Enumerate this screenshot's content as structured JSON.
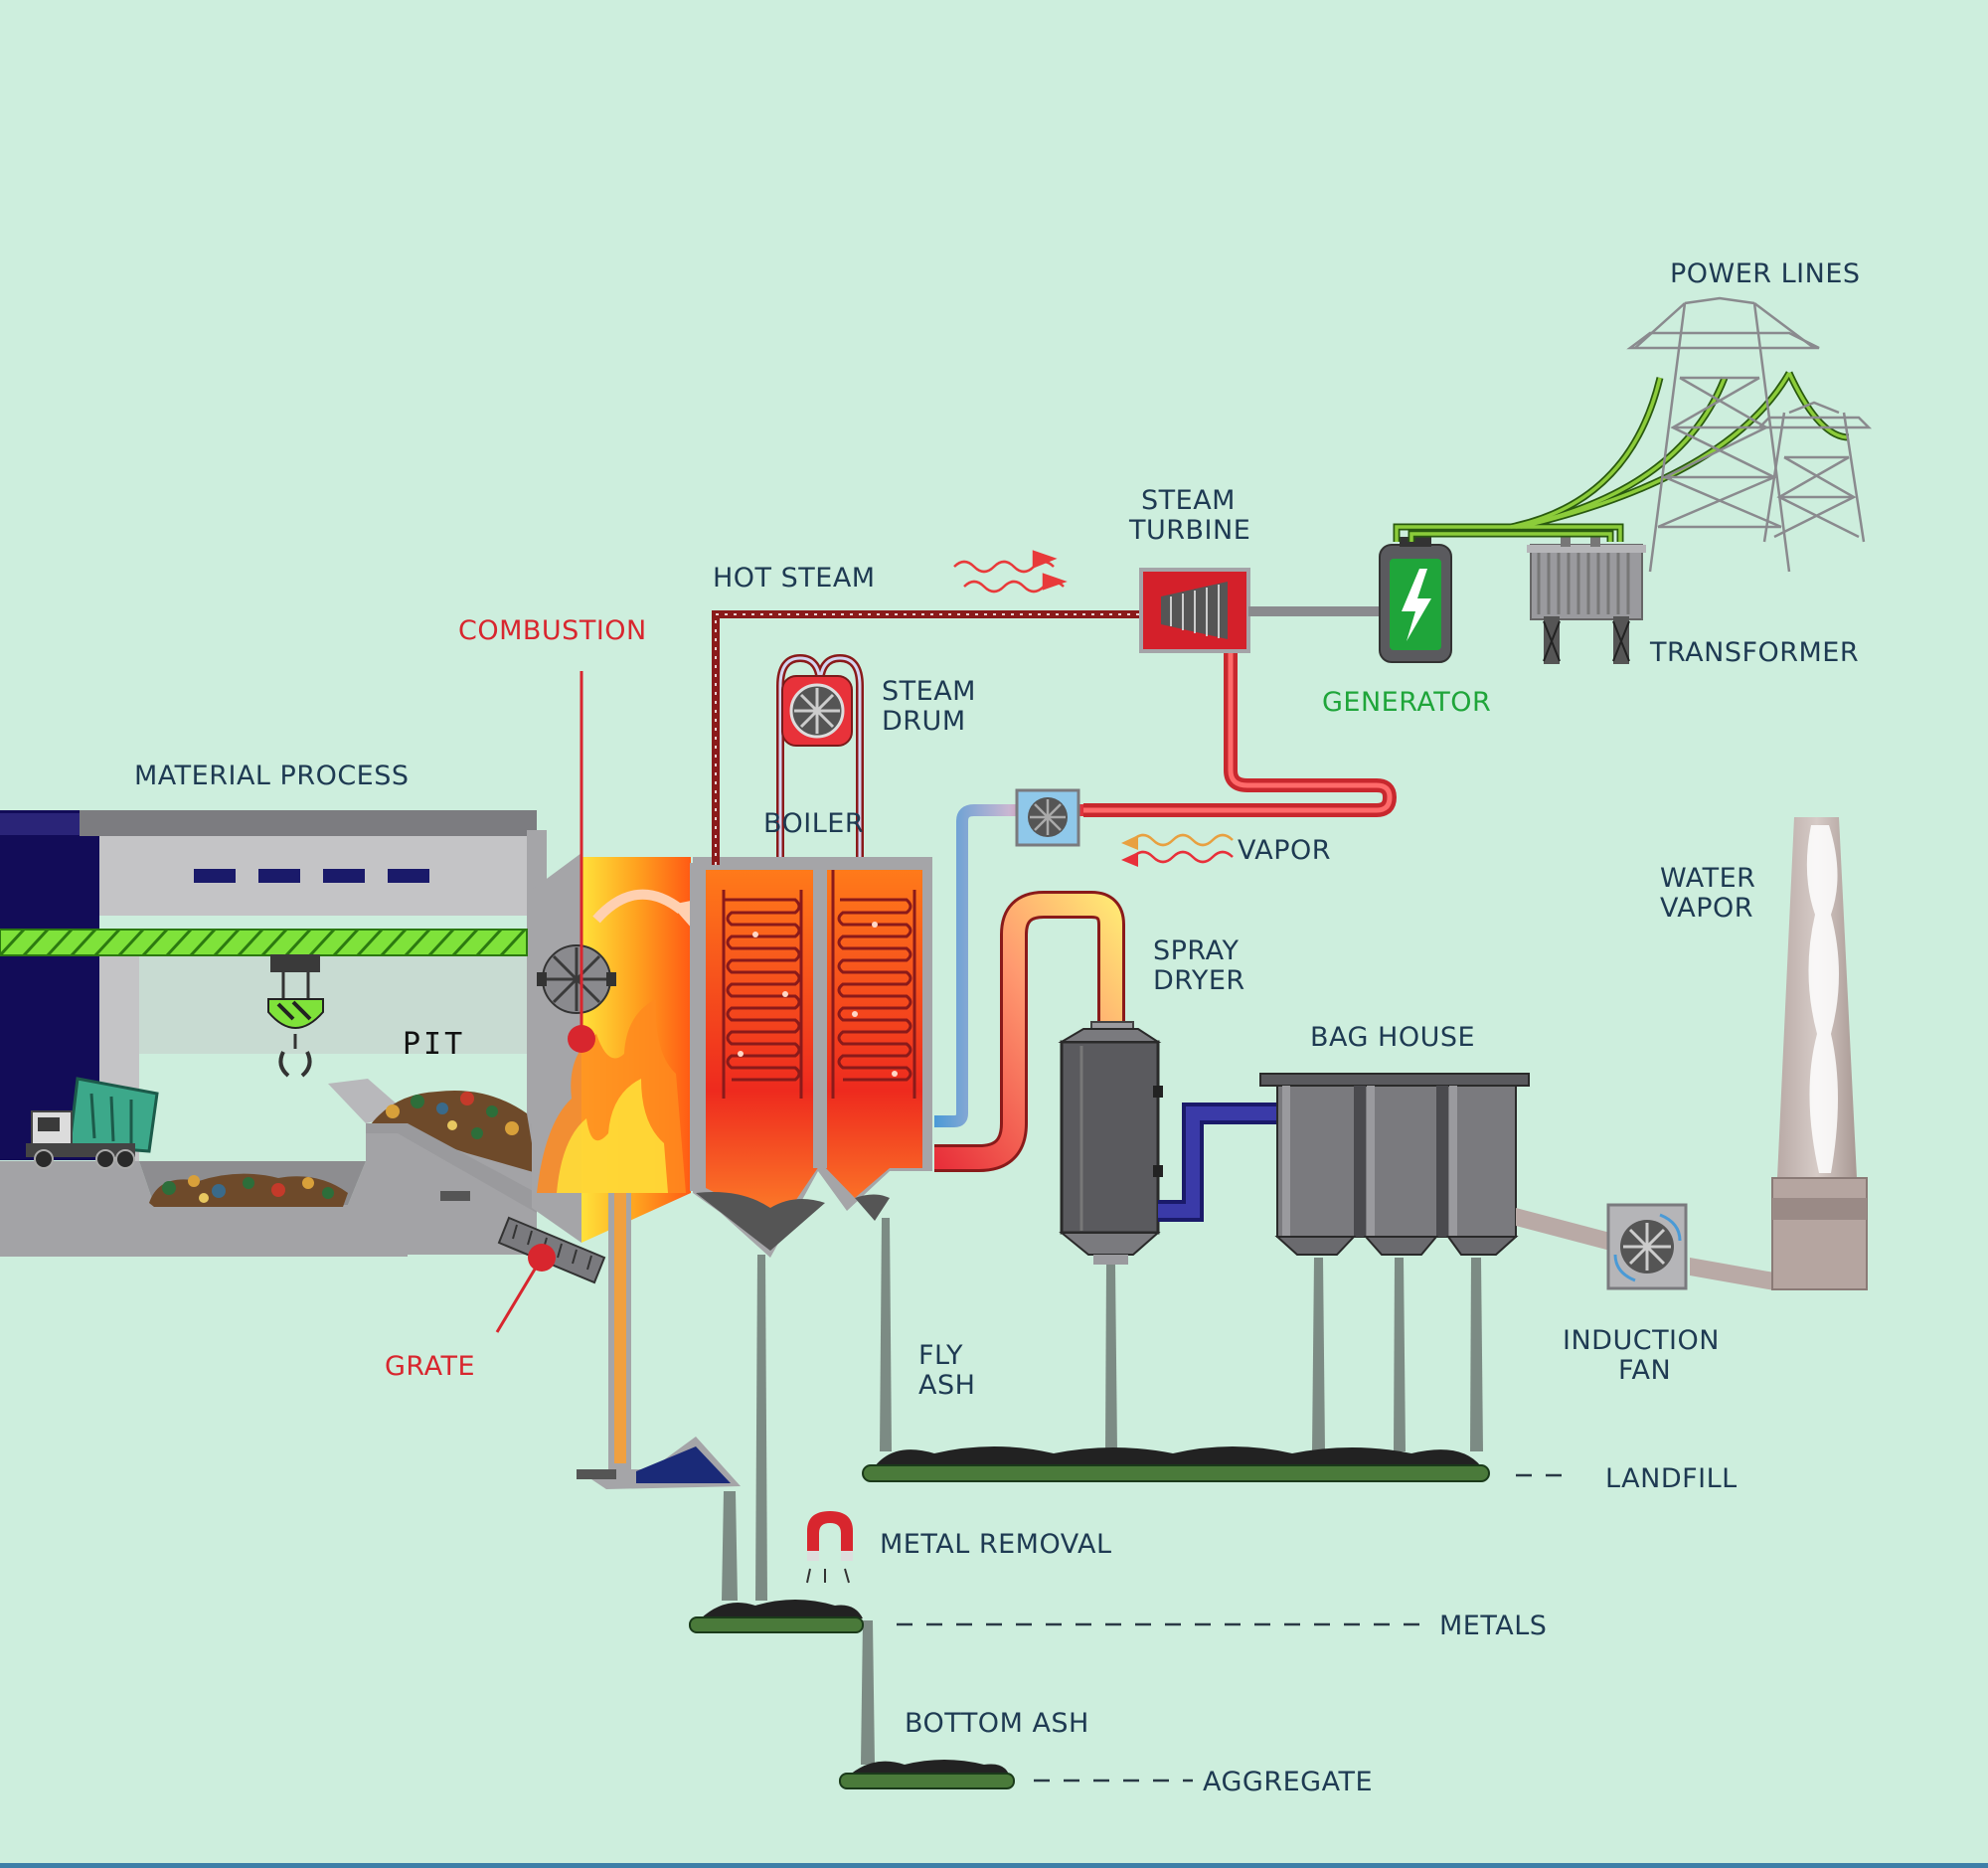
{
  "labels": {
    "power_lines": "POWER LINES",
    "steam_turbine_1": "STEAM",
    "steam_turbine_2": "TURBINE",
    "hot_steam": "HOT STEAM",
    "transformer": "TRANSFORMER",
    "generator": "GENERATOR",
    "combustion": "COMBUSTION",
    "steam_drum_1": "STEAM",
    "steam_drum_2": "DRUM",
    "material_process": "MATERIAL PROCESS",
    "boiler": "BOILER",
    "vapor": "VAPOR",
    "water_vapor_1": "WATER",
    "water_vapor_2": "VAPOR",
    "spray_dryer_1": "SPRAY",
    "spray_dryer_2": "DRYER",
    "pit": "PIT",
    "bag_house": "BAG HOUSE",
    "induction_fan_1": "INDUCTION",
    "induction_fan_2": "FAN",
    "fly_ash_1": "FLY",
    "fly_ash_2": "ASH",
    "grate": "GRATE",
    "landfill": "LANDFILL",
    "metal_removal": "METAL REMOVAL",
    "metals": "METALS",
    "bottom_ash": "BOTTOM ASH",
    "aggregate": "AGGREGATE"
  },
  "colors": {
    "background": "#cdeedd",
    "label_text": "#1e3a52",
    "combustion_red": "#d8262e",
    "generator_green": "#1fa53a",
    "steam_pipe": "#c8282e",
    "water_pipe": "#4a9ad6",
    "power_line": "#8ccc3a"
  }
}
